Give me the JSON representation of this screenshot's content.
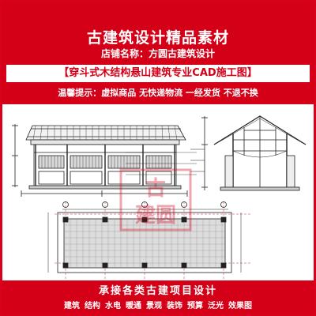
{
  "header": {
    "title": "古建筑设计精品素材",
    "shop": "店铺名称：方圆古建筑设计",
    "banner": "【穿斗式木结构悬山建筑专业CAD施工图】",
    "notice": "温馨提示：虚拟商品 无快递物流 一经发货 不退不换"
  },
  "watermark": {
    "text_top": "古",
    "text_bottom": "建圆"
  },
  "footer": {
    "slogan": "承接各类古建项目设计",
    "services": [
      "建筑",
      "结构",
      "水电",
      "暖通",
      "景观",
      "装饰",
      "预算",
      "泛光",
      "效果图"
    ]
  },
  "colors": {
    "brand_red": "#d40018",
    "line_dark": "#222222",
    "line_accent": "#b00010"
  }
}
